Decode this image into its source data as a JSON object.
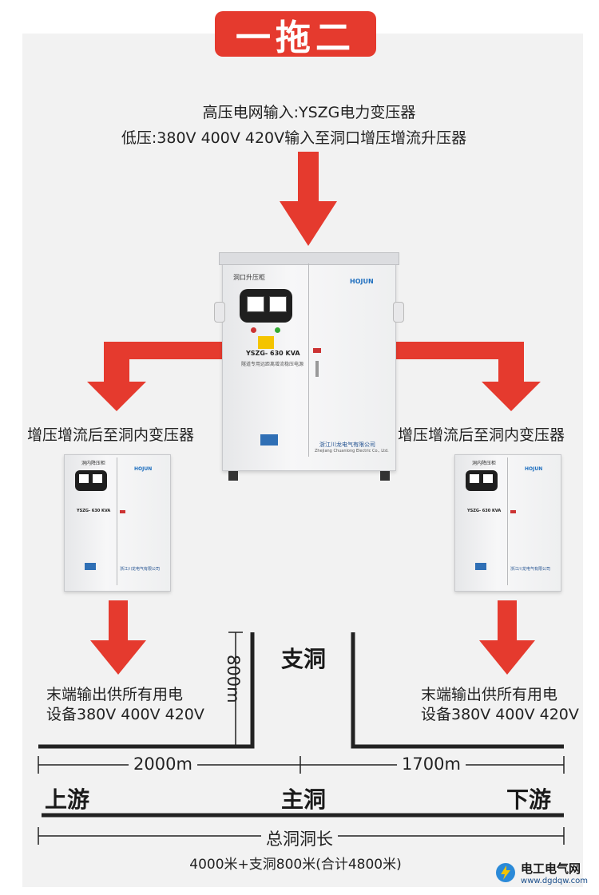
{
  "title": "一拖二",
  "input": {
    "line1": "高压电网输入:YSZG电力变压器",
    "line2": "低压:380V 400V 420V输入至洞口增压增流升压器"
  },
  "main_cabinet": {
    "nameplate": "洞口升压柜",
    "brand": "HOJUN",
    "model_prefix": "YSZG-",
    "model_value": "630",
    "model_unit": "KVA",
    "subtitle": "隧道专用远距离增流稳压电源",
    "maker": "浙江川龙电气有限公司",
    "maker_en": "Zhejiang Chuanlong Electric Co., Ltd."
  },
  "side_cabinet": {
    "nameplate": "洞内降压柜",
    "brand": "HOJUN",
    "model_prefix": "YSZG-",
    "model_value": "630",
    "model_unit": "KVA",
    "maker": "浙江川龙电气有限公司"
  },
  "branch_label_left": "增压增流后至洞内变压器",
  "branch_label_right": "增压增流后至洞内变压器",
  "output_left": {
    "line1": "末端输出供所有用电",
    "line2": "设备380V 400V 420V"
  },
  "output_right": {
    "line1": "末端输出供所有用电",
    "line2": "设备380V 400V 420V"
  },
  "tunnel": {
    "branch_label": "支洞",
    "branch_length": "800m",
    "left_distance": "2000m",
    "right_distance": "1700m",
    "upstream": "上游",
    "main": "主洞",
    "downstream": "下游",
    "total_label": "总洞洞长",
    "total_desc": "4000米+支洞800米(合计4800米)"
  },
  "watermark": {
    "name": "电工电气网",
    "url": "www.dgdqw.com"
  },
  "colors": {
    "accent": "#e53a2e",
    "line": "#222222",
    "panel": "#f2f2f2"
  }
}
